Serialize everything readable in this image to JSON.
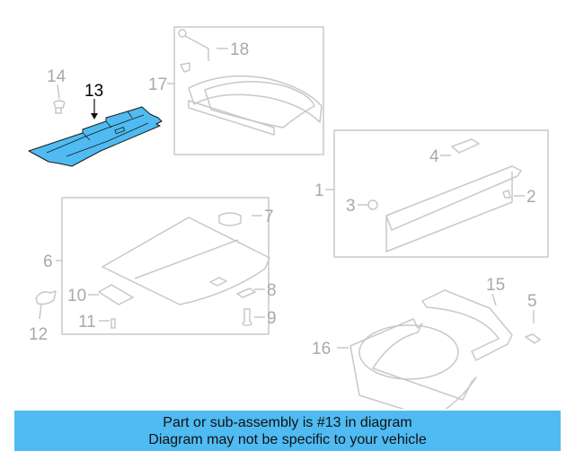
{
  "diagram": {
    "highlight_color": "#4fbbf2",
    "line_color": "#c8c8c8",
    "callouts": [
      {
        "id": "1",
        "label": "1"
      },
      {
        "id": "2",
        "label": "2"
      },
      {
        "id": "3",
        "label": "3"
      },
      {
        "id": "4",
        "label": "4"
      },
      {
        "id": "5",
        "label": "5"
      },
      {
        "id": "6",
        "label": "6"
      },
      {
        "id": "7",
        "label": "7"
      },
      {
        "id": "8",
        "label": "8"
      },
      {
        "id": "9",
        "label": "9"
      },
      {
        "id": "10",
        "label": "10"
      },
      {
        "id": "11",
        "label": "11"
      },
      {
        "id": "12",
        "label": "12"
      },
      {
        "id": "13",
        "label": "13",
        "highlighted": true
      },
      {
        "id": "14",
        "label": "14"
      },
      {
        "id": "15",
        "label": "15"
      },
      {
        "id": "16",
        "label": "16"
      },
      {
        "id": "17",
        "label": "17"
      },
      {
        "id": "18",
        "label": "18"
      }
    ]
  },
  "banner": {
    "background": "#4fbbf2",
    "line1": "Part or sub-assembly is #13 in diagram",
    "line2": "Diagram may not be specific to your vehicle"
  }
}
